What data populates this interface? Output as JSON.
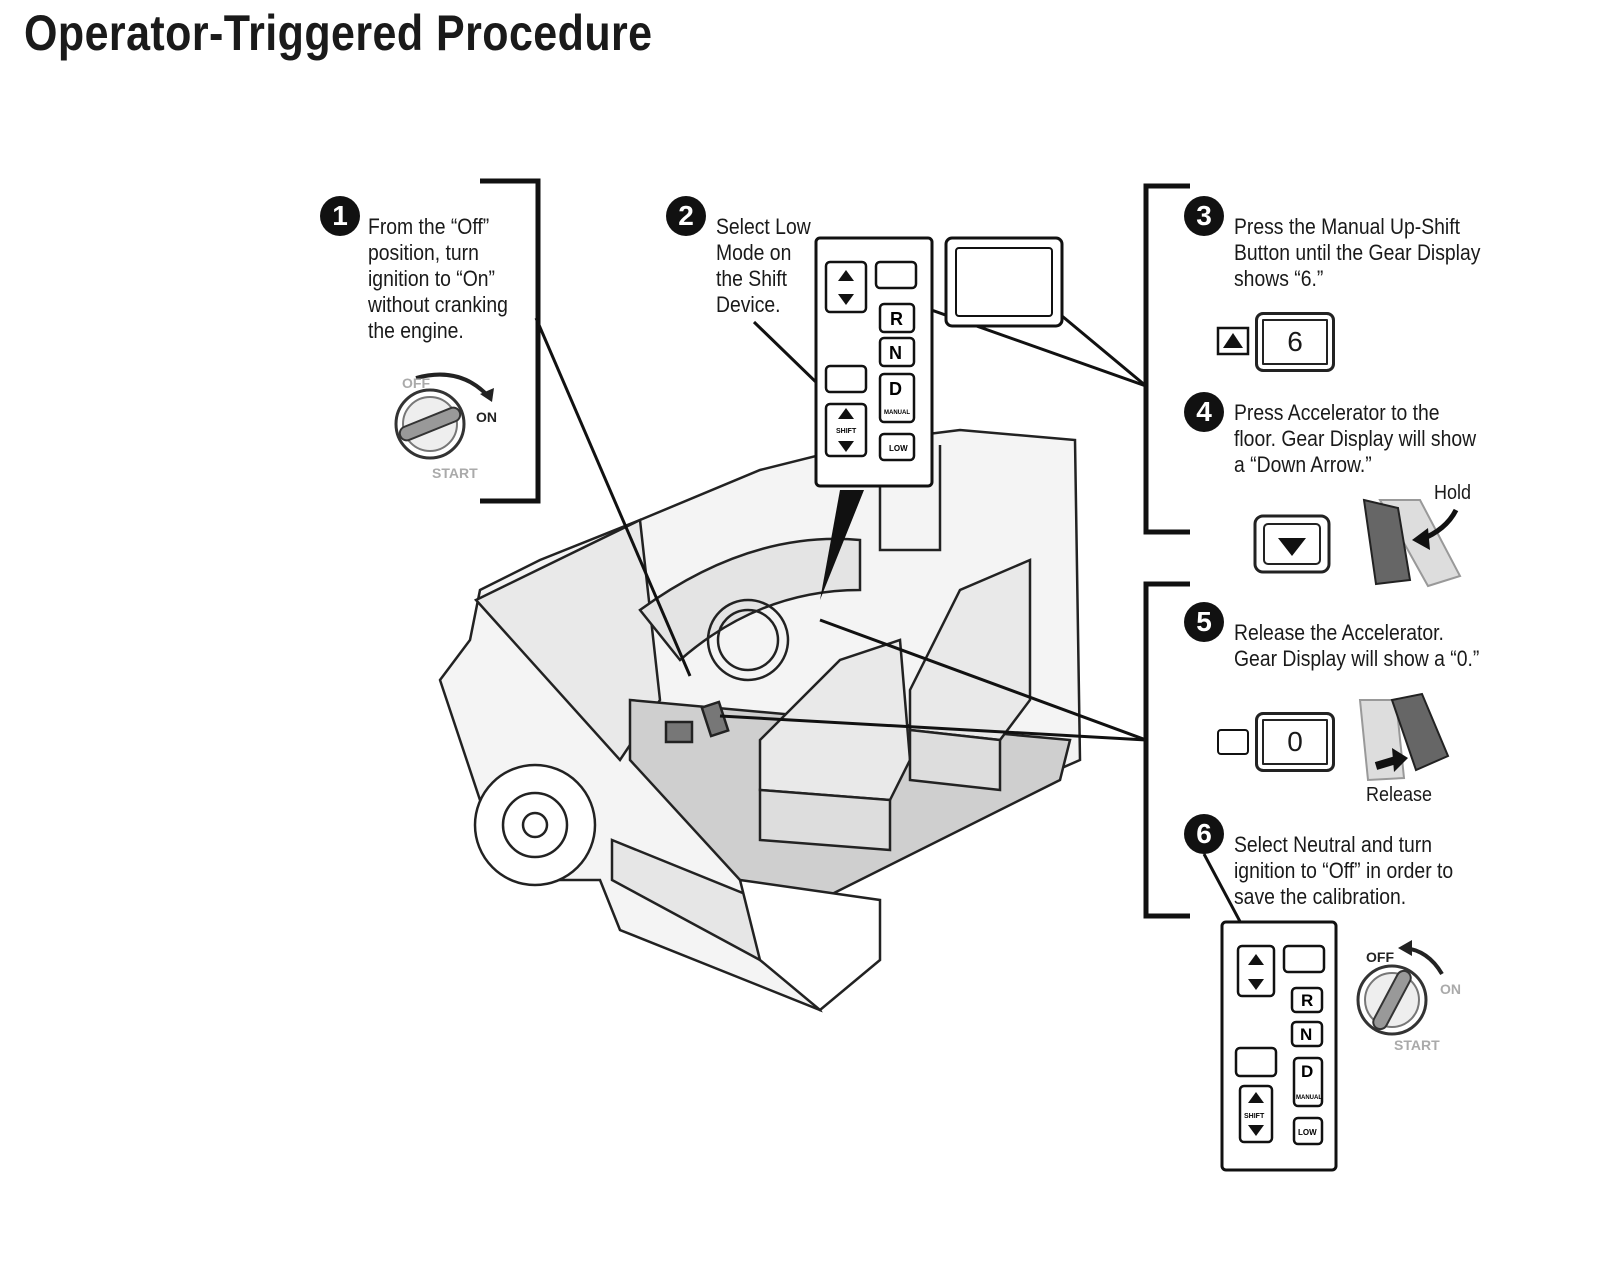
{
  "title": "Operator-Triggered Procedure",
  "steps": [
    {
      "num": "1",
      "text": "From the “Off”\nposition, turn\nignition to “On”\nwithout cranking\nthe engine."
    },
    {
      "num": "2",
      "text": "Select Low\nMode on\nthe Shift\nDevice."
    },
    {
      "num": "3",
      "text": "Press the Manual Up-Shift\nButton until the Gear Display\nshows “6.”"
    },
    {
      "num": "4",
      "text": "Press Accelerator to the\nfloor.  Gear Display will show\na “Down Arrow.”"
    },
    {
      "num": "5",
      "text": "Release the Accelerator.\nGear Display will show a “0.”"
    },
    {
      "num": "6",
      "text": "Select Neutral and turn\nignition to “Off” in order to\nsave the calibration."
    }
  ],
  "ignition": {
    "off": "OFF",
    "on": "ON",
    "start": "START"
  },
  "shifter": {
    "r": "R",
    "n": "N",
    "d": "D",
    "manual": "MANUAL",
    "low": "LOW",
    "shift": "SHIFT"
  },
  "gear_display": {
    "step3_value": "6",
    "step5_value": "0"
  },
  "pedal_labels": {
    "hold": "Hold",
    "release": "Release"
  },
  "icons": [
    "up-arrow-icon",
    "down-arrow-icon",
    "ignition-key-icon",
    "pedal-icon"
  ]
}
